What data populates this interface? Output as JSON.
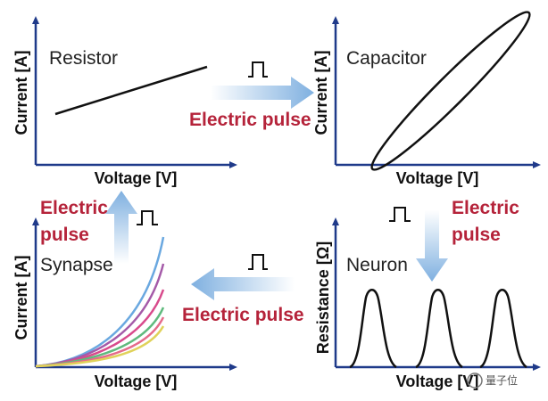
{
  "panels": {
    "resistor": {
      "name": "Resistor",
      "xlabel": "Voltage [V]",
      "ylabel": "Current [A]"
    },
    "capacitor": {
      "name": "Capacitor",
      "xlabel": "Voltage [V]",
      "ylabel": "Current [A]"
    },
    "synapse": {
      "name": "Synapse",
      "xlabel": "Voltage [V]",
      "ylabel": "Current [A]"
    },
    "neuron": {
      "name": "Neuron",
      "xlabel": "Voltage [V]",
      "ylabel": "Resistance [Ω]"
    }
  },
  "arrows": {
    "top": {
      "label": "Electric pulse"
    },
    "right": {
      "label_line1": "Electric",
      "label_line2": "pulse"
    },
    "bottom": {
      "label": "Electric pulse"
    },
    "left": {
      "label_line1": "Electric",
      "label_line2": "pulse"
    }
  },
  "colors": {
    "pulse_text": "#b5233a",
    "arrow": "#7fb0e0",
    "axis": "#1f3a8a",
    "curve": "#111111",
    "synapse_curves": [
      "#6aa8e0",
      "#a45aa8",
      "#d84a8c",
      "#5fba7d",
      "#e56a8a",
      "#e0d25a"
    ]
  },
  "watermark": {
    "text": "量子位"
  }
}
